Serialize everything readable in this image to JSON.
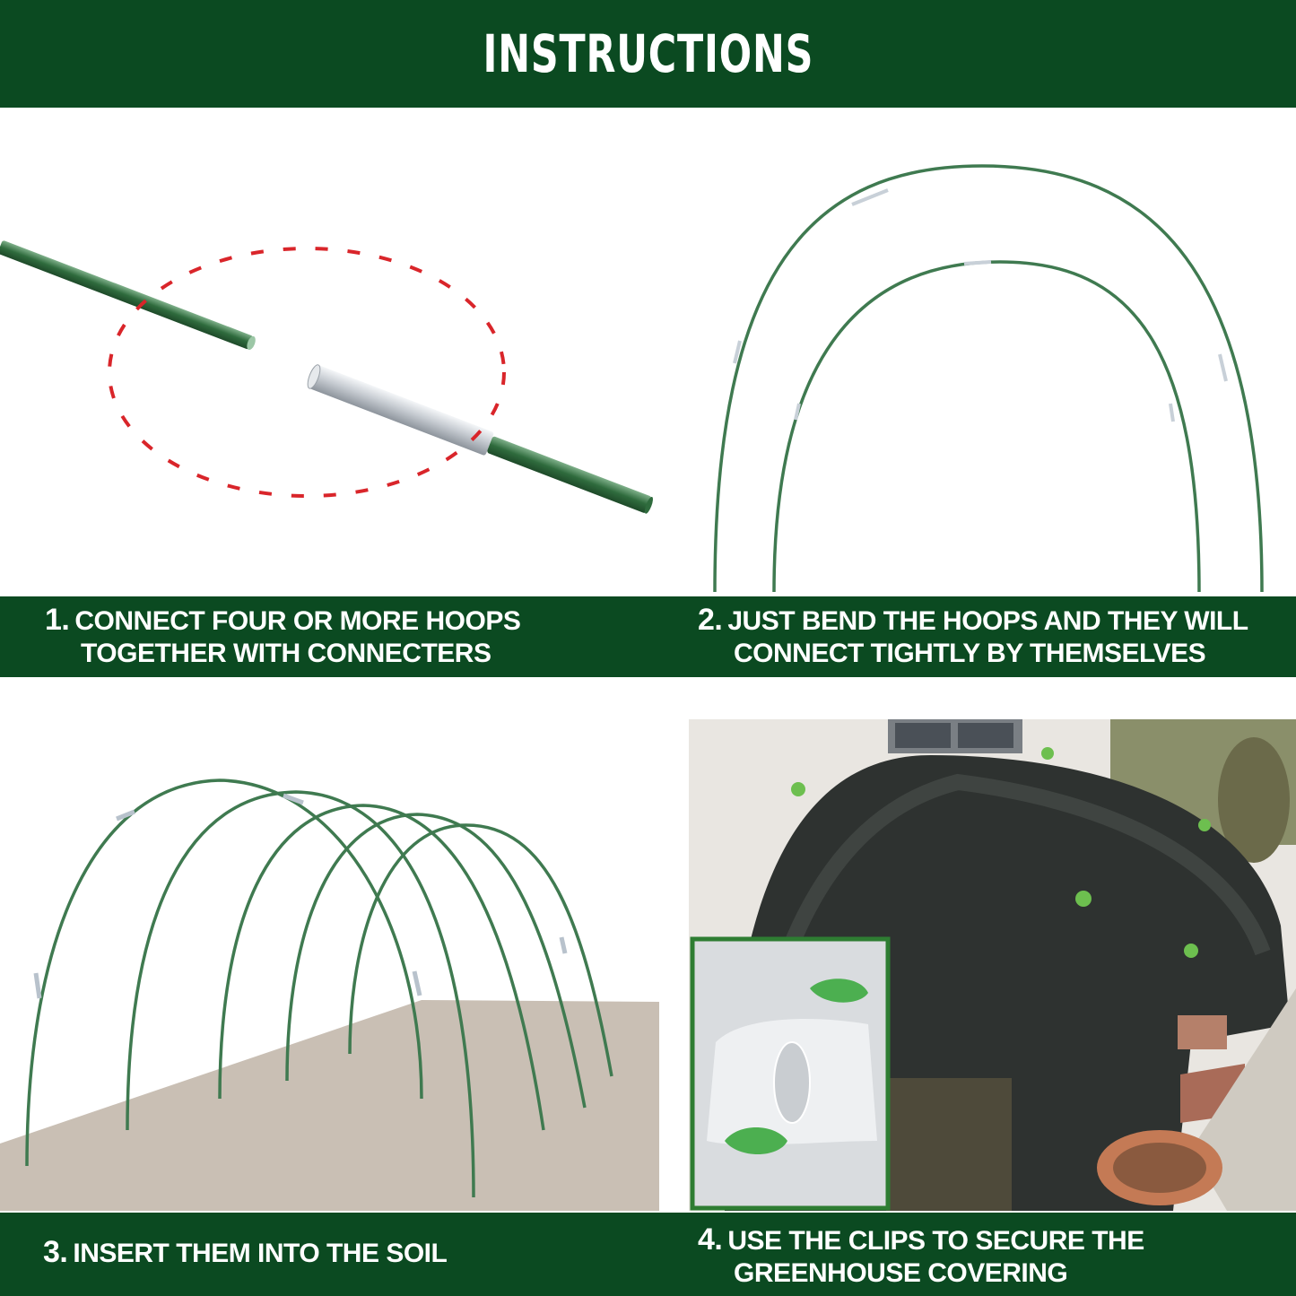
{
  "header": {
    "title": "INSTRUCTIONS"
  },
  "steps": [
    {
      "number": "1.",
      "line1": "CONNECT FOUR OR MORE HOOPS",
      "line2": "TOGETHER WITH CONNECTERS"
    },
    {
      "number": "2.",
      "line1": "JUST BEND THE HOOPS AND THEY WILL",
      "line2": "CONNECT TIGHTLY BY THEMSELVES"
    },
    {
      "number": "3.",
      "line1": "INSERT THEM INTO THE SOIL"
    },
    {
      "number": "4.",
      "line1": "USE THE CLIPS TO SECURE THE",
      "line2": "GREENHOUSE COVERING"
    }
  ],
  "colors": {
    "brand_green": "#0b4a21",
    "hoop_green": "#3f7a50",
    "highlight_red": "#d9252a",
    "soil": "#c9bfb4"
  }
}
